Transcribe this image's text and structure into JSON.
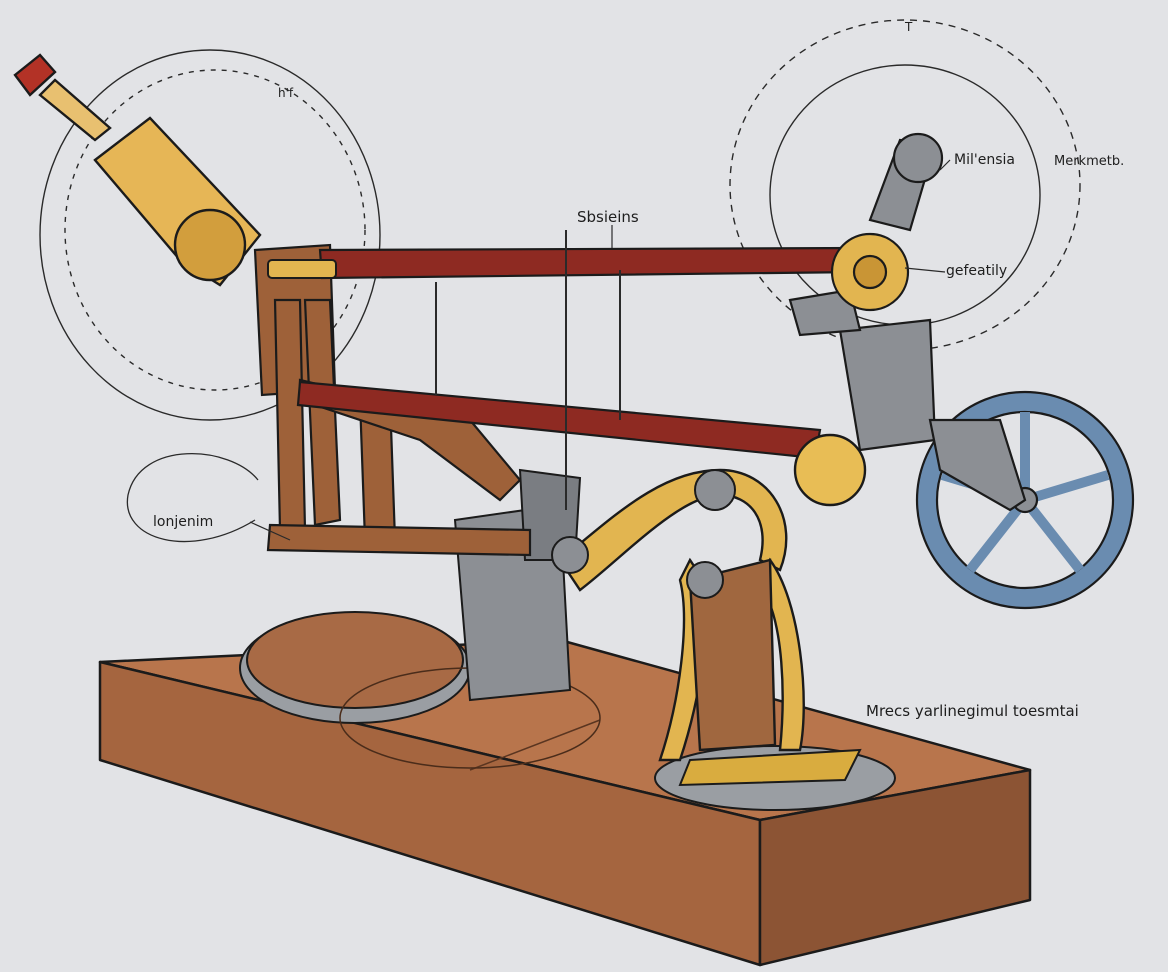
{
  "labels": {
    "top": "Sbsieins",
    "right_a": "Mil'ensia",
    "right_b": "Merkmetb.",
    "mid_right": "gefeatily",
    "left": "lonjenim",
    "bottom_right": "Mrecs yarlinegimul toesmtai",
    "tiny_a": "h'f",
    "tiny_b": "T"
  },
  "colors": {
    "background": "#e2e3e6",
    "wood": "#a56a44",
    "wood_dark": "#7a4a2e",
    "rail_red": "#8e2a22",
    "brass": "#e2b550",
    "steel": "#8c8f94",
    "wheel_blue": "#6a8cb0",
    "ink": "#1e1e1e"
  }
}
